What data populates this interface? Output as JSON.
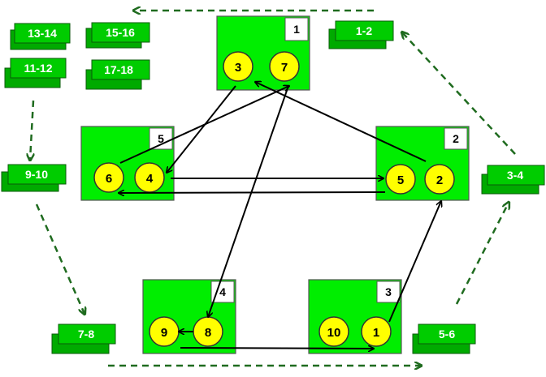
{
  "colors": {
    "box": "#00ee00",
    "node": "#ffff00",
    "label": "#00cc00",
    "dash": "#1f6b1f"
  },
  "boxes": [
    {
      "id": "1",
      "nodes": [
        "3",
        "7"
      ]
    },
    {
      "id": "2",
      "nodes": [
        "5",
        "2"
      ]
    },
    {
      "id": "3",
      "nodes": [
        "10",
        "1"
      ]
    },
    {
      "id": "4",
      "nodes": [
        "9",
        "8"
      ]
    },
    {
      "id": "5",
      "nodes": [
        "6",
        "4"
      ]
    }
  ],
  "labels": [
    "13-14",
    "15-16",
    "11-12",
    "17-18",
    "1-2",
    "9-10",
    "3-4",
    "7-8",
    "5-6"
  ]
}
